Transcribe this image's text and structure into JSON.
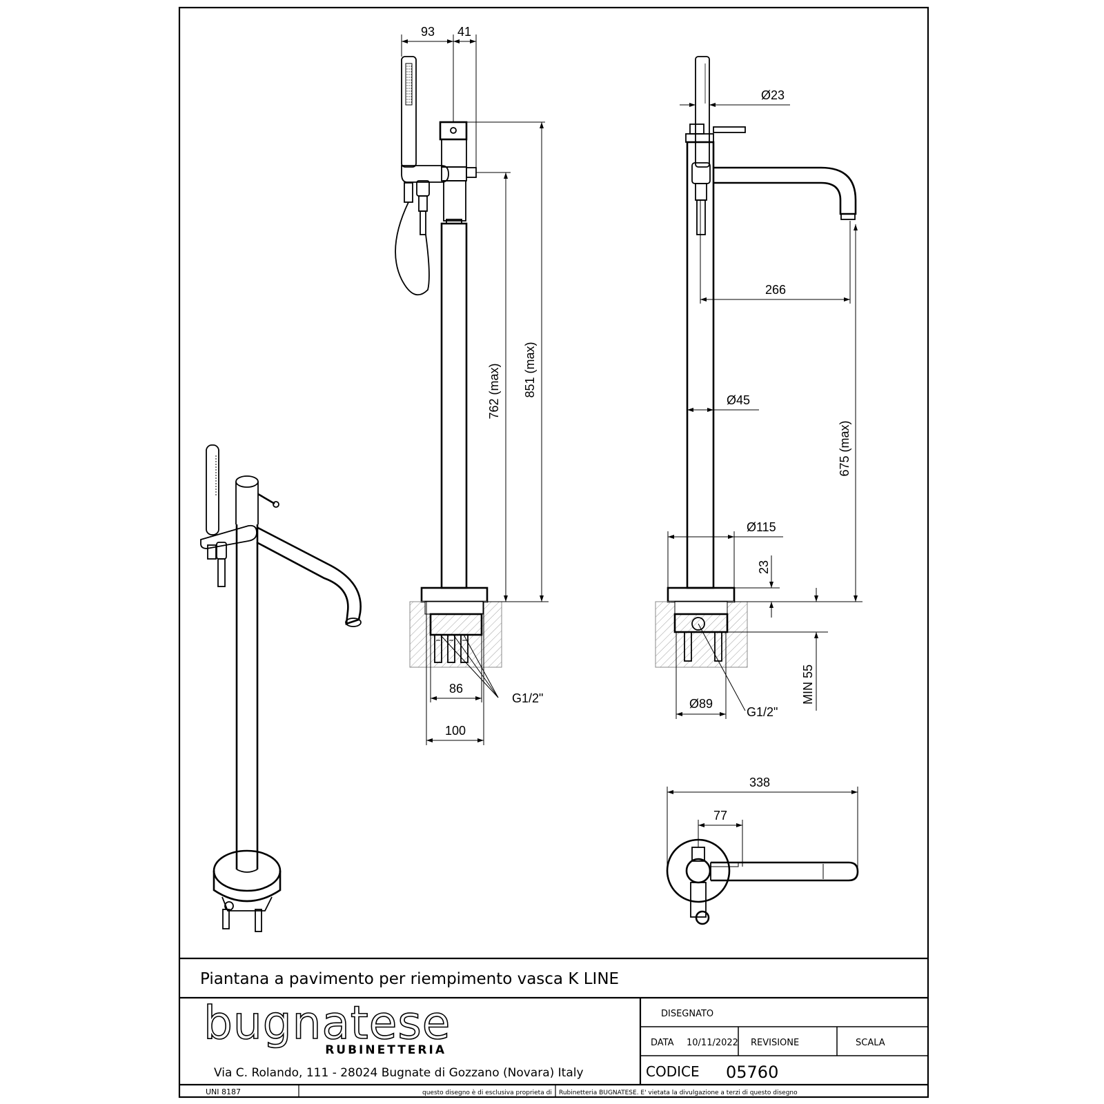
{
  "drawing": {
    "dimensions": {
      "d93": "93",
      "d41": "41",
      "d762": "762 (max)",
      "d851": "851 (max)",
      "d86": "86",
      "d100": "100",
      "g12_front": "G1/2\"",
      "d23dia": "Ø23",
      "d266": "266",
      "d45dia": "Ø45",
      "d675": "675 (max)",
      "d115dia": "Ø115",
      "d23": "23",
      "min55": "MIN 55",
      "d89dia": "Ø89",
      "g12_side": "G1/2\"",
      "d338": "338",
      "d77": "77"
    }
  },
  "title_block": {
    "title": "Piantana a pavimento per riempimento vasca K LINE",
    "logo_word": "bugnatese",
    "logo_sub": "RUBINETTERIA",
    "address": "Via C. Rolando, 111 - 28024 Bugnate di Gozzano (Novara) Italy",
    "disegnato_label": "DISEGNATO",
    "data_label": "DATA",
    "data_value": "10/11/2022",
    "revisione_label": "REVISIONE",
    "scala_label": "SCALA",
    "codice_label": "CODICE",
    "codice_value": "05760",
    "uni": "UNI 8187",
    "footer_note_a": "questo disegno è di esclusiva proprieta di",
    "footer_note_b": "Rubinetteria BUGNATESE. E' vietata la divulgazione a terzi di questo disegno"
  }
}
